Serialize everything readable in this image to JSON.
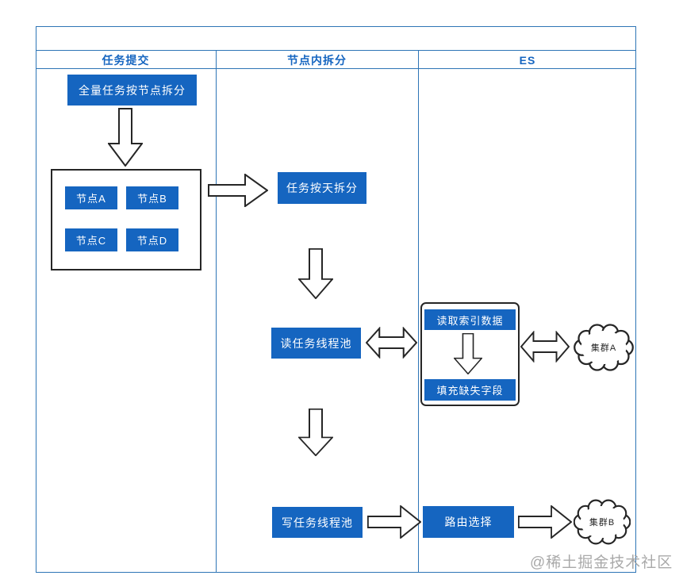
{
  "header": {
    "lanes": [
      "任务提交",
      "节点内拆分",
      "ES"
    ]
  },
  "colors": {
    "box_blue": "#1565C0",
    "border_blue": "#2E75B6",
    "line_dark": "#262626",
    "watermark_gray": "#9B9B9B"
  },
  "boxes": {
    "full_task_split": "全量任务按节点拆分",
    "node_a": "节点A",
    "node_b": "节点B",
    "node_c": "节点C",
    "node_d": "节点D",
    "task_split_by_day": "任务按天拆分",
    "read_task_pool": "读任务线程池",
    "read_index_data": "读取索引数据",
    "fill_missing_fields": "填充缺失字段",
    "write_task_pool": "写任务线程池",
    "route_select": "路由选择"
  },
  "clouds": {
    "cluster_a": "集群A",
    "cluster_b": "集群B"
  },
  "watermark": "@稀土掘金技术社区"
}
